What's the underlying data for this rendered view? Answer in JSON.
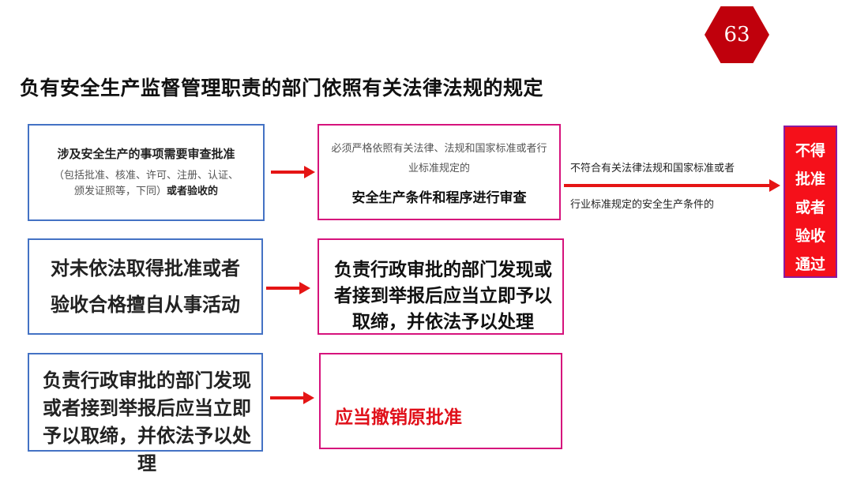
{
  "page_number": "63",
  "title": "负有安全生产监督管理职责的部门依照有关法律法规的规定",
  "row1": {
    "left_strong": "涉及安全生产的事项需要审查批准",
    "left_sub_line1": "（包括批准、核准、许可、注册、认证、",
    "left_sub_line2": "颁发证照等，下同）",
    "left_sub_strong": "或者验收的",
    "mid_note": "必须严格依照有关法律、法规和国家标准或者行业标准规定的",
    "mid_strong": "安全生产条件和程序进行审查",
    "condition_line1": "不符合有关法律法规和国家标准或者",
    "condition_line2": "行业标准规定的安全生产条件的"
  },
  "result": {
    "lines": [
      "不得",
      "批准",
      "或者",
      "验收",
      "通过"
    ]
  },
  "row2": {
    "left_line1": "对未依法取得批准或者",
    "left_line2": "验收合格擅自从事活动",
    "right_text": "负责行政审批的部门发现或者接到举报后应当立即予以取缔，并依法予以处理"
  },
  "row3": {
    "left_text": "负责行政审批的部门发现或者接到举报后应当立即予以取缔，并依法予以处理",
    "right_text": "应当撤销原批准"
  },
  "colors": {
    "accent_red": "#e51515",
    "blue_border": "#4472c4",
    "pink_border": "#d6137c",
    "hex_red": "#c0000c"
  }
}
